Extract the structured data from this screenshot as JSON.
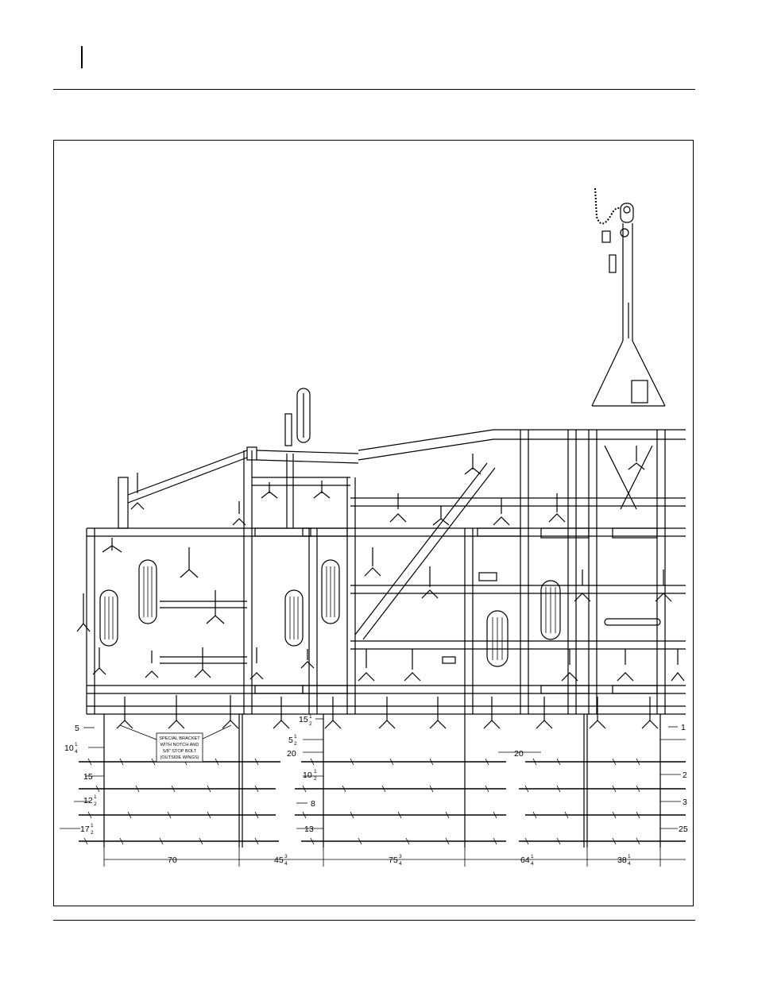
{
  "bracket_note": [
    "SPECIAL BRACKET",
    "WITH NOTCH AND",
    "5/8\" STOP BOLT",
    "(OUTSIDE WINGS)"
  ],
  "dimensions": {
    "d5": "5",
    "d15_5": {
      "whole": "15",
      "num": "1",
      "den": "2"
    },
    "d5_5": {
      "whole": "5",
      "num": "1",
      "den": "2"
    },
    "d10_25": {
      "whole": "10",
      "num": "1",
      "den": "4"
    },
    "d20_left": "20",
    "d20_right": "20",
    "d15": "15",
    "d10_5": {
      "whole": "10",
      "num": "1",
      "den": "2"
    },
    "d12_5": {
      "whole": "12",
      "num": "1",
      "den": "2"
    },
    "d8": "8",
    "d17_5": {
      "whole": "17",
      "num": "1",
      "den": "2"
    },
    "d13": "13",
    "d70": "70",
    "d45_75": {
      "whole": "45",
      "num": "3",
      "den": "4"
    },
    "d75_75": {
      "whole": "75",
      "num": "3",
      "den": "4"
    },
    "d64_25": {
      "whole": "64",
      "num": "1",
      "den": "4"
    },
    "d38_25": {
      "whole": "38",
      "num": "1",
      "den": "4"
    },
    "edge_1": "1",
    "edge_2": "2",
    "edge_3": "3",
    "edge_25": "25"
  }
}
